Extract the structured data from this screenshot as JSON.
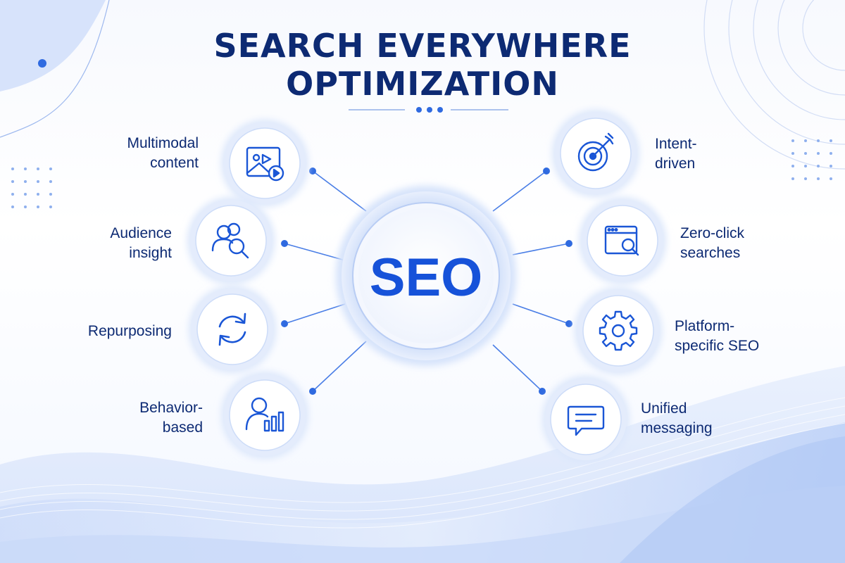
{
  "title": {
    "line1": "SEARCH EVERYWHERE",
    "line2": "OPTIMIZATION"
  },
  "center": {
    "label": "SEO"
  },
  "nodes": [
    {
      "id": "multimodal",
      "side": "left",
      "icon": "image-play-icon",
      "label_lines": [
        "Multimodal",
        "content"
      ]
    },
    {
      "id": "audience",
      "side": "left",
      "icon": "users-search-icon",
      "label_lines": [
        "Audience",
        "insight"
      ]
    },
    {
      "id": "repurposing",
      "side": "left",
      "icon": "refresh-arrows-icon",
      "label_lines": [
        "Repurposing"
      ]
    },
    {
      "id": "behavior",
      "side": "left",
      "icon": "user-chart-icon",
      "label_lines": [
        "Behavior-",
        "based"
      ]
    },
    {
      "id": "intent",
      "side": "right",
      "icon": "target-arrow-icon",
      "label_lines": [
        "Intent-",
        "driven"
      ]
    },
    {
      "id": "zero-click",
      "side": "right",
      "icon": "browser-search-icon",
      "label_lines": [
        "Zero-click",
        "searches"
      ]
    },
    {
      "id": "platform",
      "side": "right",
      "icon": "gear-icon",
      "label_lines": [
        "Platform-",
        "specific SEO"
      ]
    },
    {
      "id": "unified",
      "side": "right",
      "icon": "chat-bubble-icon",
      "label_lines": [
        "Unified",
        "messaging"
      ]
    }
  ],
  "colors": {
    "title": "#0d2a73",
    "accent": "#1652d9",
    "connector": "#4a7ee6",
    "node_fill": "#ffffff",
    "node_halo": "#dbe6fb",
    "icon": "#1a56d6"
  }
}
